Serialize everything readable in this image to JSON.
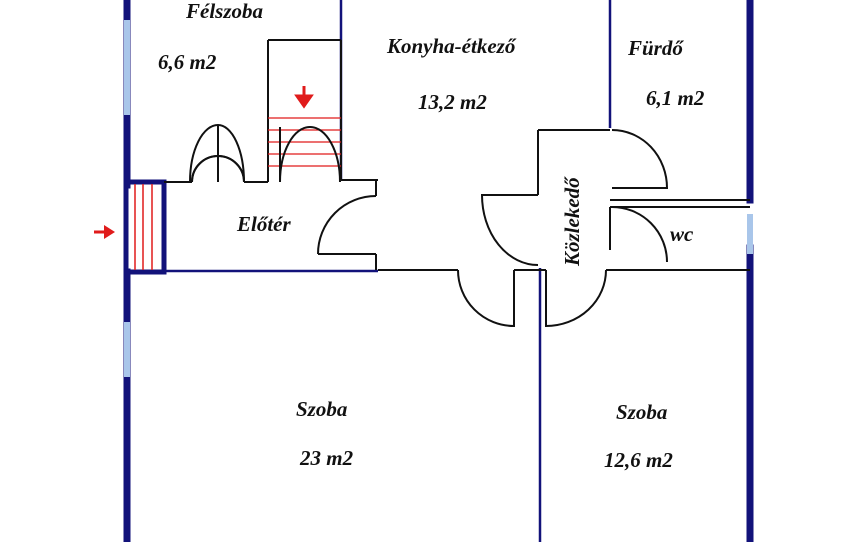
{
  "rooms": {
    "felszoba": {
      "name": "Félszoba",
      "area": "6,6 m2"
    },
    "konyha": {
      "name": "Konyha-étkező",
      "area": "13,2 m2"
    },
    "furdo": {
      "name": "Fürdő",
      "area": "6,1 m2"
    },
    "kozlekedo": {
      "name": "Közlekedő"
    },
    "eloter": {
      "name": "Előtér"
    },
    "wc": {
      "name": "wc"
    },
    "szoba_big": {
      "name": "Szoba",
      "area": "23 m2"
    },
    "szoba_small": {
      "name": "Szoba",
      "area": "12,6 m2"
    }
  },
  "colors": {
    "wall": "#12127a",
    "line": "#111111",
    "window": "#a9c6ea",
    "arrow": "#e01b1b",
    "stair": "#e01b1b"
  }
}
